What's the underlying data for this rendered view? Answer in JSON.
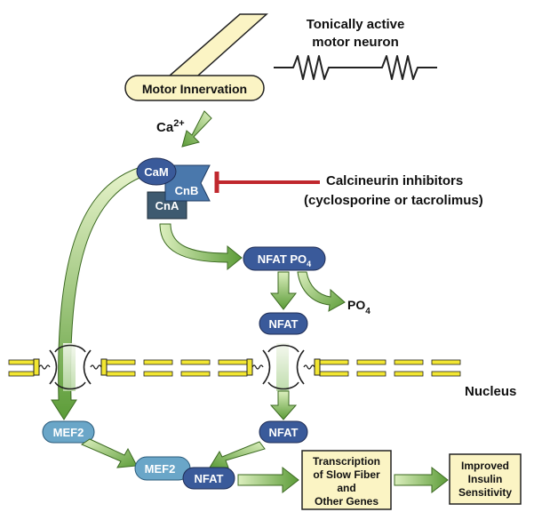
{
  "header": {
    "neuron_label_line1": "Tonically active",
    "neuron_label_line2": "motor neuron"
  },
  "nodes": {
    "motor_innervation": "Motor Innervation",
    "calcium": "Ca",
    "calcium_charge": "2+",
    "cam": "CaM",
    "cnb": "CnB",
    "cna": "CnA",
    "inhibitor_line1": "Calcineurin inhibitors",
    "inhibitor_line2": "(cyclosporine or tacrolimus)",
    "nfat_po4_prefix": "NFAT PO",
    "nfat_po4_sub": "4",
    "po4_prefix": "PO",
    "po4_sub": "4",
    "nfat_cytoplasm": "NFAT",
    "nucleus": "Nucleus",
    "mef2_nucleus": "MEF2",
    "nfat_nucleus": "NFAT",
    "complex_mef2": "MEF2",
    "complex_nfat": "NFAT"
  },
  "boxes": {
    "transcription_line1": "Transcription",
    "transcription_line2": "of Slow Fiber",
    "transcription_line3": "and",
    "transcription_line4": "Other Genes",
    "improved_line1": "Improved",
    "improved_line2": "Insulin",
    "improved_line3": "Sensitivity"
  },
  "colors": {
    "node_blue": "#3a5a9a",
    "node_light_blue": "#6aa6c8",
    "cnb_blue": "#4a78ac",
    "cna_slate": "#3e5a70",
    "arrow_green": "#5fa03a",
    "arrow_green_light": "#e4f2c6",
    "membrane_yellow": "#f2e632",
    "box_fill": "#fbf4c4",
    "inhibitor_red": "#c0282e",
    "pill_fill": "#fbf4c4"
  }
}
